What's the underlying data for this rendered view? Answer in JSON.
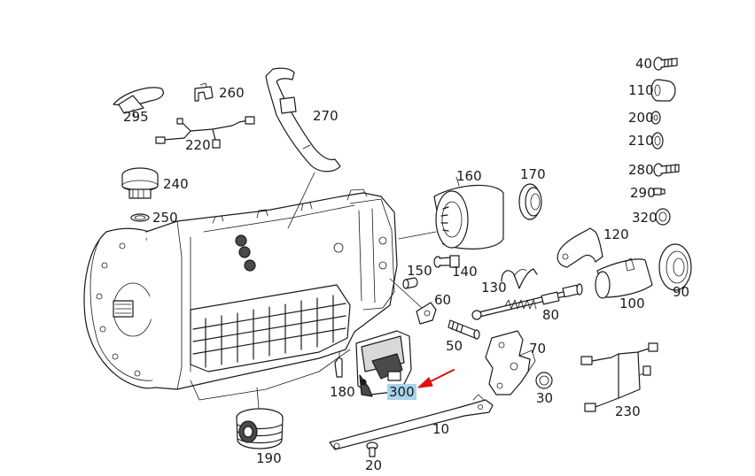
{
  "accent": {
    "highlight": "#a9d3ea",
    "arrow": "#e01010"
  },
  "highlighted_part": "300",
  "callouts": {
    "c40": "40",
    "c110": "110",
    "c200": "200",
    "c210": "210",
    "c280": "280",
    "c290": "290",
    "c320": "320",
    "c260": "260",
    "c295": "295",
    "c270": "270",
    "c220": "220",
    "c240": "240",
    "c250": "250",
    "c160": "160",
    "c170": "170",
    "c120": "120",
    "c150": "150",
    "c140": "140",
    "c130": "130",
    "c60": "60",
    "c90": "90",
    "c100": "100",
    "c80": "80",
    "c50": "50",
    "c70": "70",
    "c180": "180",
    "c300": "300",
    "c30": "30",
    "c230": "230",
    "c10": "10",
    "c190": "190",
    "c20": "20"
  }
}
